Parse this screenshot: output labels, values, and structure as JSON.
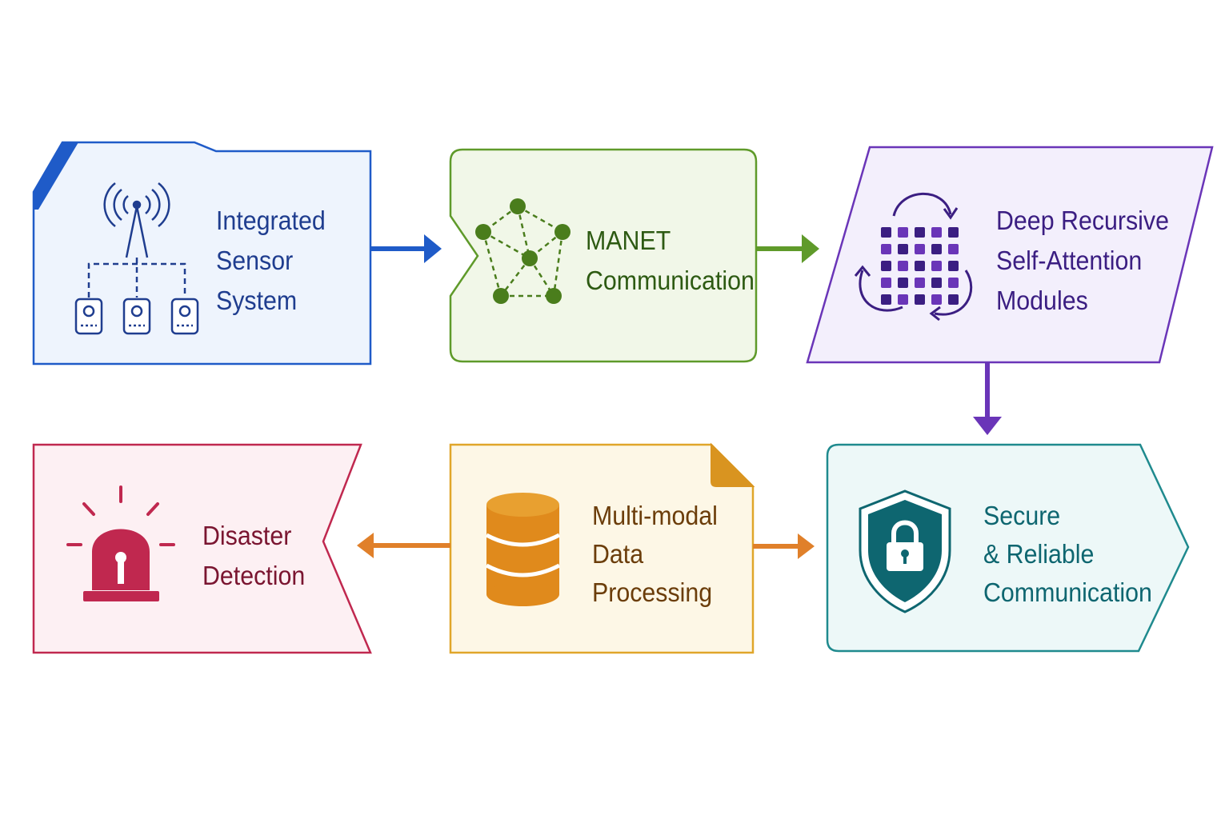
{
  "nodes": {
    "sensor": {
      "lines": [
        "Integrated",
        "Sensor",
        "System"
      ],
      "color": "#1f3d8f",
      "border": "#1f5bc8",
      "fill": "#eef4fd",
      "icon": "antenna-sensors-icon"
    },
    "manet": {
      "lines": [
        "MANET",
        "Communication"
      ],
      "color": "#2d5a12",
      "border": "#5f9a2a",
      "fill": "#f1f7e8",
      "icon": "mesh-network-icon"
    },
    "attention": {
      "lines": [
        "Deep Recursive",
        "Self-Attention",
        "Modules"
      ],
      "color": "#3b1e82",
      "border": "#6a35b8",
      "fill": "#f3effc",
      "icon": "attention-grid-icon"
    },
    "secure": {
      "lines": [
        "Secure",
        "& Reliable",
        "Communication"
      ],
      "color": "#0e6670",
      "border": "#1f8a8e",
      "fill": "#edf8f8",
      "icon": "shield-lock-icon"
    },
    "processing": {
      "lines": [
        "Multi-modal",
        "Data",
        "Processing"
      ],
      "color": "#6b3d0a",
      "border": "#e0a62a",
      "fill": "#fdf7e6",
      "icon": "database-icon"
    },
    "disaster": {
      "lines": [
        "Disaster",
        "Detection"
      ],
      "color": "#7a1530",
      "border": "#c0284f",
      "fill": "#fdf0f3",
      "icon": "alarm-siren-icon"
    }
  },
  "arrows": {
    "sensor_to_manet": "#1f5bc8",
    "manet_to_attention": "#5f9a2a",
    "attention_to_secure": "#6a35b8",
    "processing_to_secure": "#e0802a",
    "processing_to_disaster": "#e0802a"
  }
}
